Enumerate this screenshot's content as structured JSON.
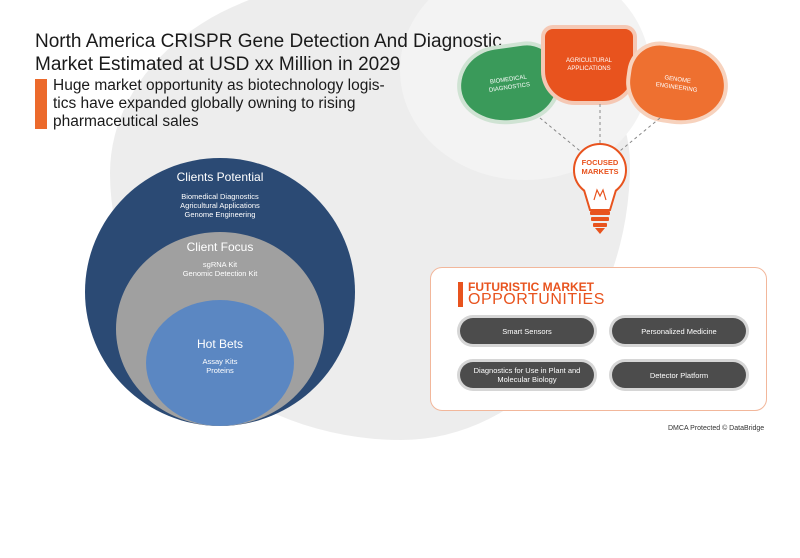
{
  "header": {
    "title_line1": "North America CRISPR Gene Detection And Diagnostic",
    "title_line2": "Market Estimated at USD xx Million in 2029",
    "subtitle_line1": "Huge market opportunity as biotechnology logis-",
    "subtitle_line2": "tics have expanded globally owning to rising",
    "subtitle_line3": "pharmaceutical sales"
  },
  "circles": {
    "outer": {
      "title": "Clients Potential",
      "items": [
        "Biomedical Diagnostics",
        "Agricultural Applications",
        "Genome Engineering"
      ]
    },
    "middle": {
      "title": "Client Focus",
      "items": [
        "sgRNA Kit",
        "Genomic Detection Kit"
      ]
    },
    "inner": {
      "title": "Hot Bets",
      "items": [
        "Assay Kits",
        "Proteins"
      ]
    }
  },
  "focused_markets": {
    "label_line1": "FOCUSED",
    "label_line2": "MARKETS",
    "petals": [
      {
        "line1": "BIOMEDICAL",
        "line2": "DIAGNOSTICS"
      },
      {
        "line1": "AGRICULTURAL",
        "line2": "APPLICATIONS"
      },
      {
        "line1": "GENOME",
        "line2": "ENGINEERING"
      }
    ]
  },
  "opportunities": {
    "heading_line1": "FUTURISTIC MARKET",
    "heading_line2": "OPPORTUNITIES",
    "items": [
      {
        "line1": "Smart Sensors",
        "line2": ""
      },
      {
        "line1": "Personalized Medicine",
        "line2": ""
      },
      {
        "line1": "Diagnostics for Use in Plant and",
        "line2": "Molecular Biology"
      },
      {
        "line1": "Detector Platform",
        "line2": ""
      }
    ]
  },
  "footer": {
    "text": "DMCA Protected © DataBridge"
  },
  "colors": {
    "orange": "#e8531e",
    "navy": "#2b4a74",
    "gray": "#a0a0a0",
    "blue": "#5b87c2",
    "green": "#3a9a5a",
    "pill": "#4c4c4c"
  }
}
